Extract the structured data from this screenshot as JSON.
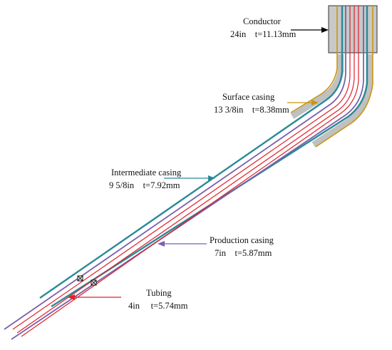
{
  "labels": {
    "conductor": {
      "name": "Conductor",
      "spec": "24in    t=11.13mm"
    },
    "surface": {
      "name": "Surface casing",
      "spec": "13 3/8in    t=8.38mm"
    },
    "intermediate": {
      "name": "Intermediate casing",
      "spec": "9 5/8in    t=7.92mm"
    },
    "production": {
      "name": "Production casing",
      "spec": "7in    t=5.87mm"
    },
    "tubing": {
      "name": "Tubing",
      "spec": "4in     t=5.74mm"
    }
  },
  "colors": {
    "conductor_fill": "#c8c8c8",
    "conductor_arrow": "#000000",
    "surface": "#c8960f",
    "intermediate": "#2a8a96",
    "production": "#7a60aa",
    "tubing": "#e0202a",
    "grout": "#c0c0c0"
  }
}
